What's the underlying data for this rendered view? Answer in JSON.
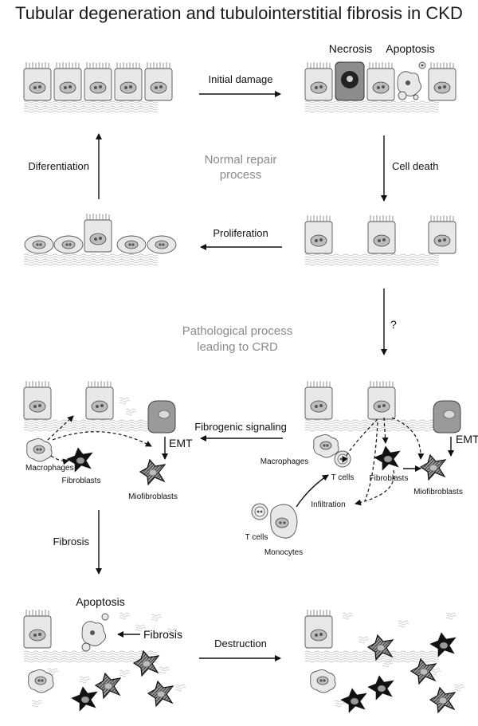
{
  "title": "Tubular degeneration and tubulointerstitial fibrosis in CKD",
  "labels": {
    "necrosis": "Necrosis",
    "apoptosis_top": "Apoptosis",
    "initial_damage": "Initial damage",
    "diferentiation": "Diferentiation",
    "normal_repair_line1": "Normal repair",
    "normal_repair_line2": "process",
    "cell_death": "Cell death",
    "proliferation": "Proliferation",
    "question": "?",
    "pathological_line1": "Pathological process",
    "pathological_line2": "leading to CRD",
    "fibrogenic_signaling": "Fibrogenic signaling",
    "emt_left": "EMT",
    "emt_right": "EMT",
    "macrophages_left": "Macrophages",
    "fibroblasts_left": "Fibroblasts",
    "miofibroblasts_left": "Miofibroblasts",
    "macrophages_right": "Macrophages",
    "t_cells_right": "T cells",
    "fibroblasts_right": "Fibroblasts",
    "miofibroblasts_right": "Miofibroblasts",
    "infiltration": "Infiltration",
    "t_cells_bottom": "T cells",
    "monocytes": "Monocytes",
    "fibrosis_arrow": "Fibrosis",
    "apoptosis_bottom": "Apoptosis",
    "fibrosis_inline": "Fibrosis",
    "destruction": "Destruction"
  },
  "colors": {
    "cell_fill": "#e8e8e8",
    "nucleus_fill": "#bdbdbd",
    "gray_text": "#8a8a8a",
    "necrotic_cell": "#8c8c8c"
  }
}
